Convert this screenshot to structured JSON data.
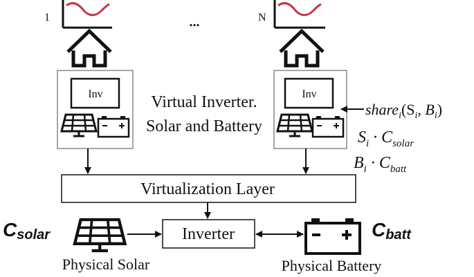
{
  "houses": [
    {
      "index_label": "1"
    },
    {
      "index_label": "N"
    }
  ],
  "ellipsis": "...",
  "virtual_unit": {
    "inv_label": "Inv",
    "caption_line1": "Virtual Inverter.",
    "caption_line2": "Solar and Battery"
  },
  "share": {
    "share_fn": "share",
    "share_sub": "i",
    "share_args": "(S",
    "share_args_sub1": "i",
    "share_args_mid": ", B",
    "share_args_sub2": "i",
    "share_args_end": ")",
    "solar_term": "S",
    "solar_term_sub": "i",
    "solar_dot": " · C",
    "solar_sub": "solar",
    "batt_term": "B",
    "batt_term_sub": "i",
    "batt_dot": " · C",
    "batt_sub": "batt"
  },
  "virtualization_layer": "Virtualization Layer",
  "inverter": "Inverter",
  "c_solar": {
    "base": "C",
    "sub": "solar"
  },
  "c_batt": {
    "base": "C",
    "sub": "batt"
  },
  "physical_solar": "Physical Solar",
  "physical_battery": "Physical Battery",
  "colors": {
    "load_curve": "#c0384c",
    "line": "#111111",
    "box_border": "#888888"
  }
}
